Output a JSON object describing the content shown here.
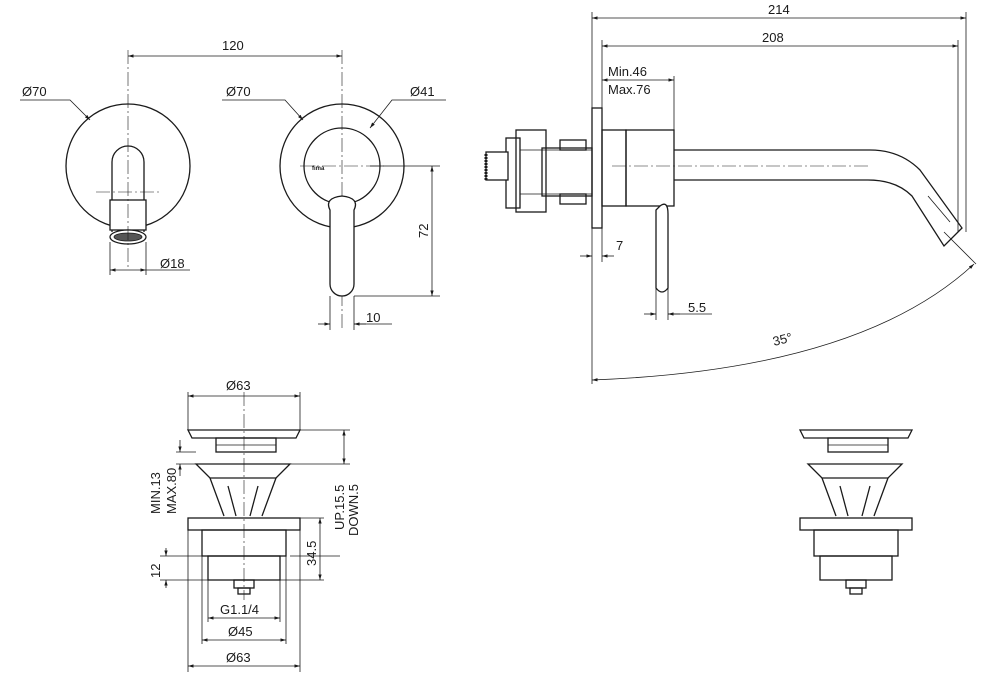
{
  "brand_mark": "fima",
  "dimensions": {
    "front_spout_diameter": "Ø70",
    "spout_outlet_diameter": "Ø18",
    "center_distance": "120",
    "front_mixer_diameter": "Ø70",
    "lever_hub_diameter": "Ø41",
    "lever_length": "72",
    "lever_width": "10",
    "total_projection": "214",
    "spout_projection": "208",
    "wall_adjust_min": "Min.46",
    "wall_adjust_max": "Max.76",
    "plate_thickness": "7",
    "lever_thickness": "5.5",
    "spout_angle": "35°",
    "waste_cap_diameter": "Ø63",
    "waste_min_max_min": "MIN.13",
    "waste_min_max_max": "MAX.80",
    "waste_stroke_up": "UP.15.5",
    "waste_stroke_down": "DOWN.5",
    "waste_body_height": "34.5",
    "waste_thread_height": "12",
    "waste_thread": "G1.1/4",
    "waste_body_diameter": "Ø45",
    "waste_flange_diameter": "Ø63"
  },
  "colors": {
    "line": "#1a1a1a",
    "background": "#ffffff"
  }
}
